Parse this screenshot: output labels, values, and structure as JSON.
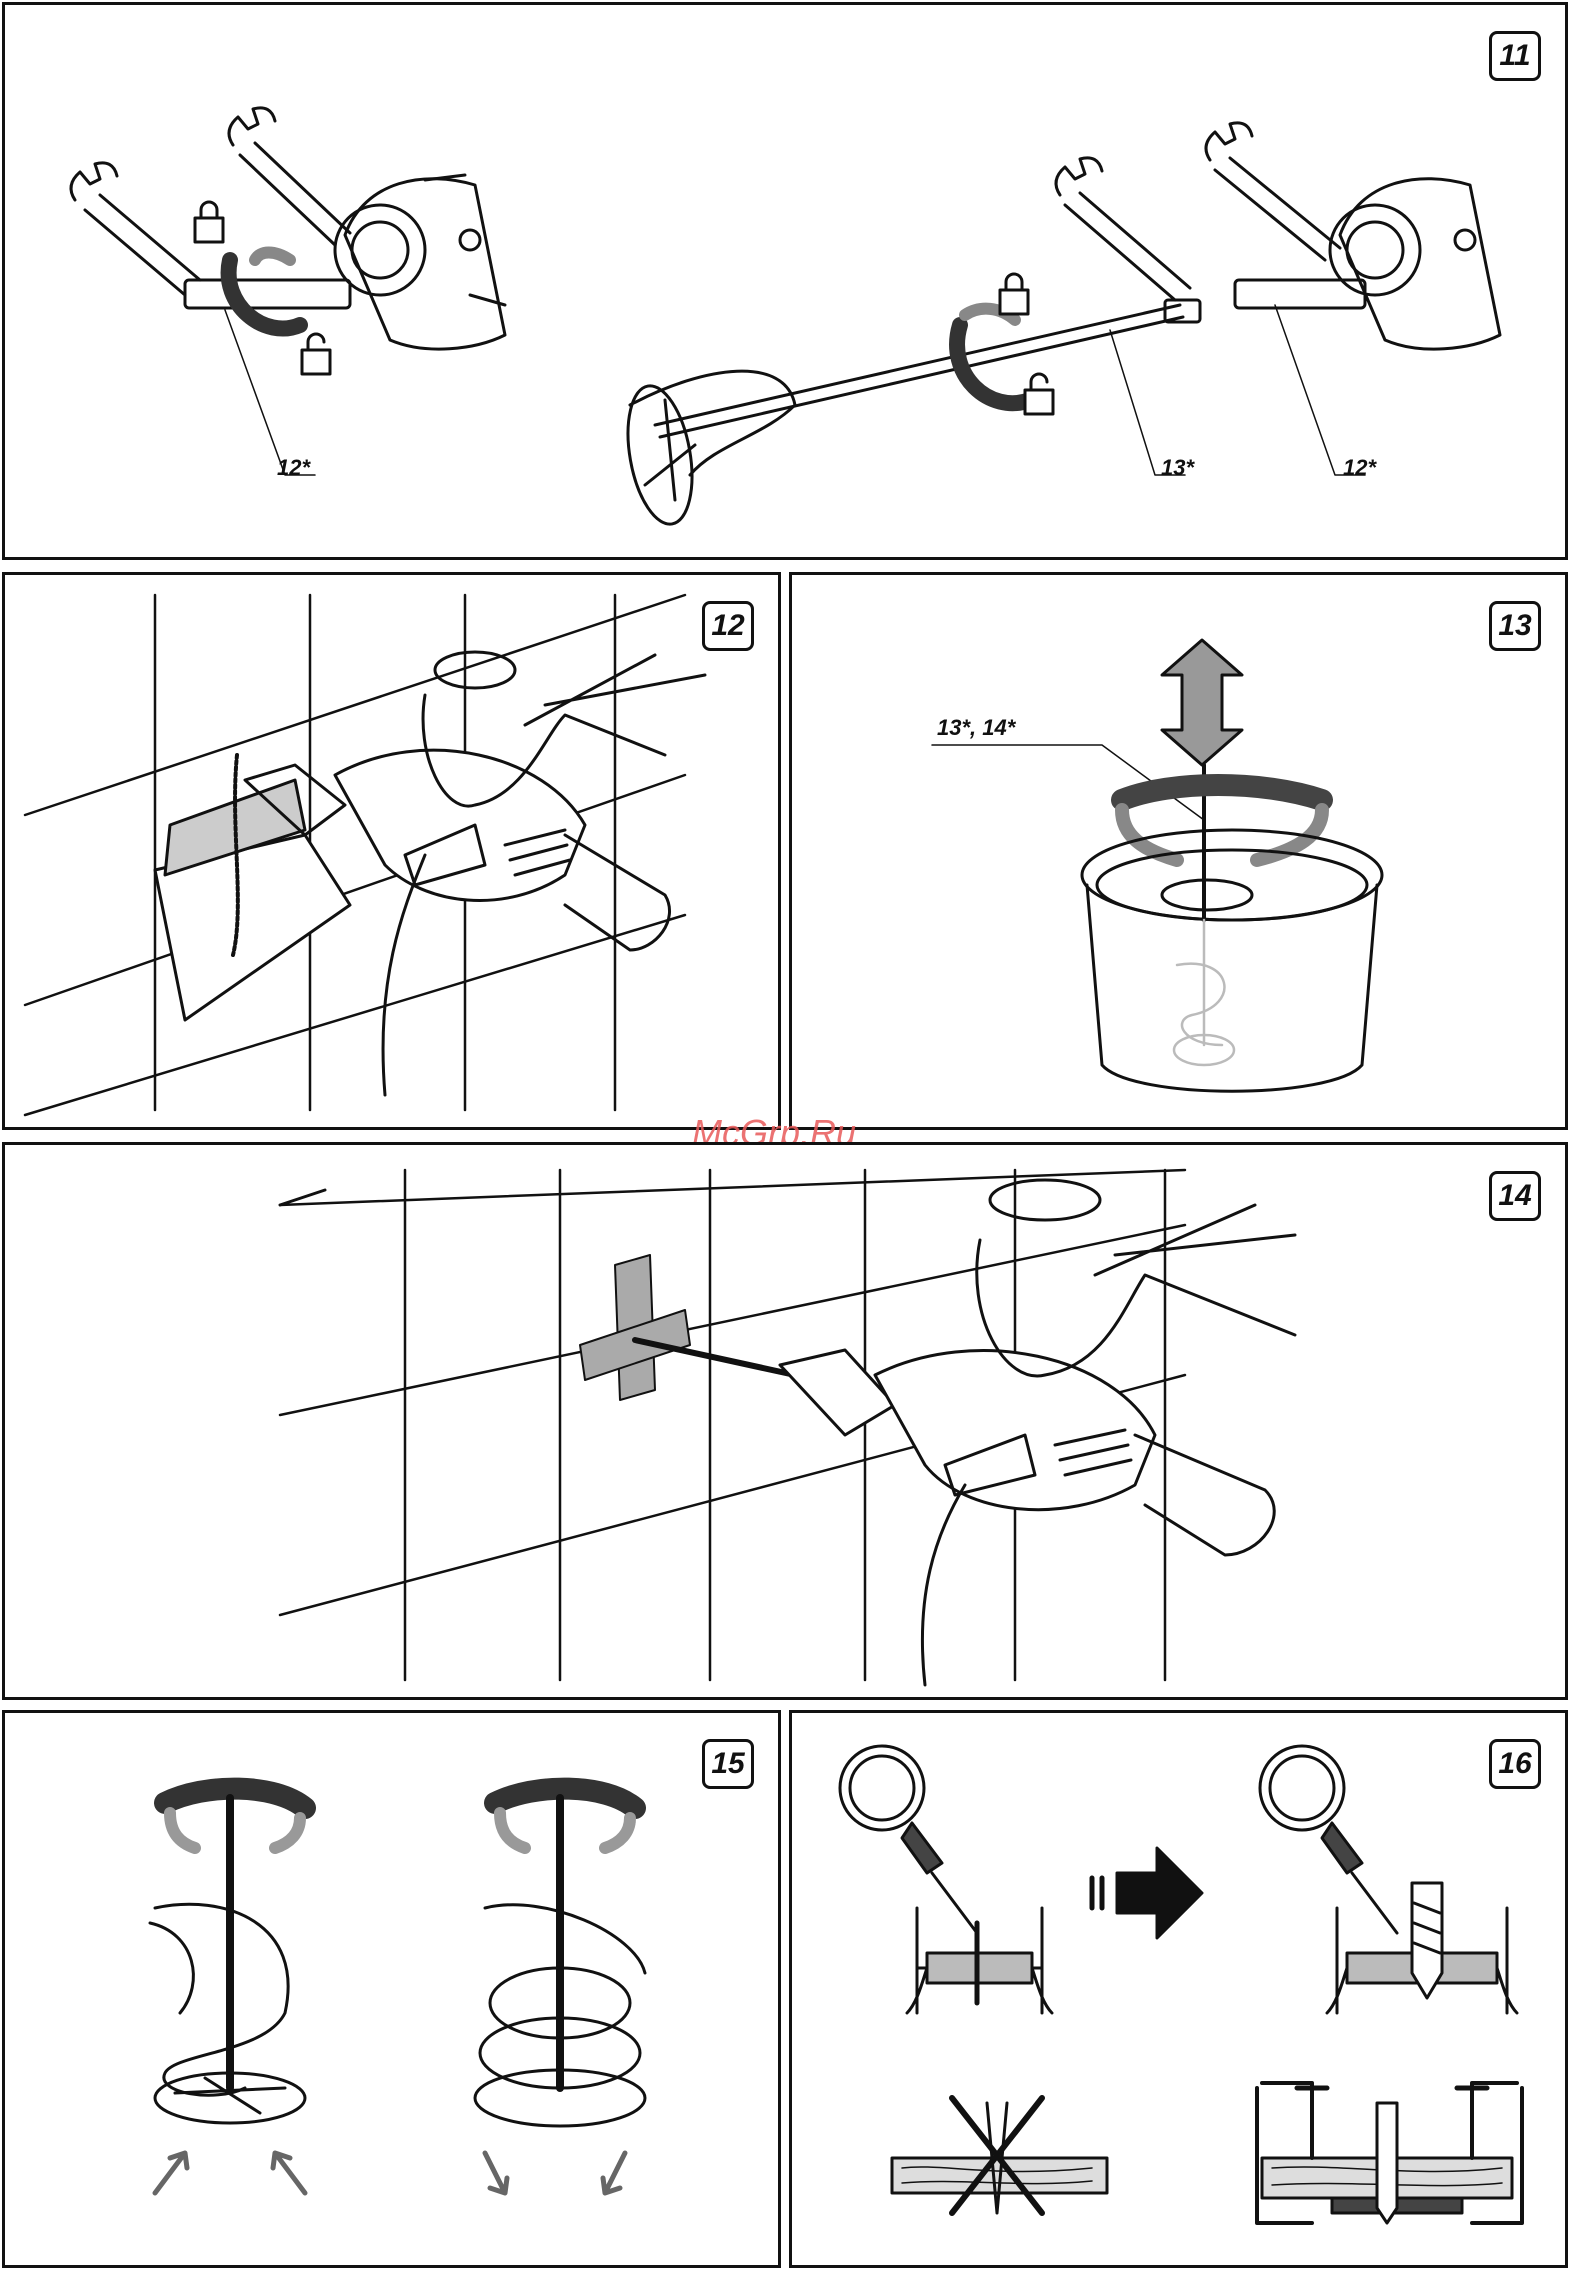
{
  "watermark": "McGrp.Ru",
  "figures": {
    "fig11": {
      "number": "11",
      "labels": [
        "12*",
        "13*",
        "12*"
      ]
    },
    "fig12": {
      "number": "12"
    },
    "fig13": {
      "number": "13",
      "labels": [
        "13*, 14*"
      ]
    },
    "fig14": {
      "number": "14"
    },
    "fig15": {
      "number": "15"
    },
    "fig16": {
      "number": "16"
    }
  }
}
